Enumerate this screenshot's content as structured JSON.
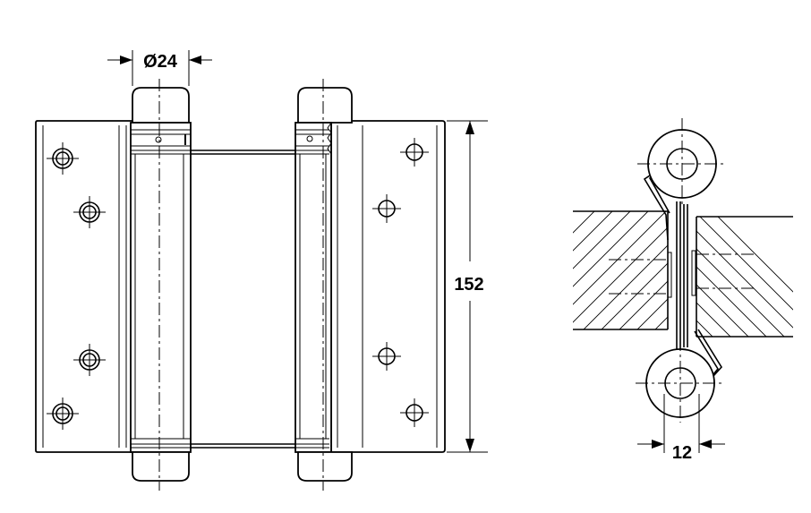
{
  "dimensions": {
    "barrel_diameter": "Ø24",
    "plate_height": "152",
    "gap_width": "12"
  }
}
